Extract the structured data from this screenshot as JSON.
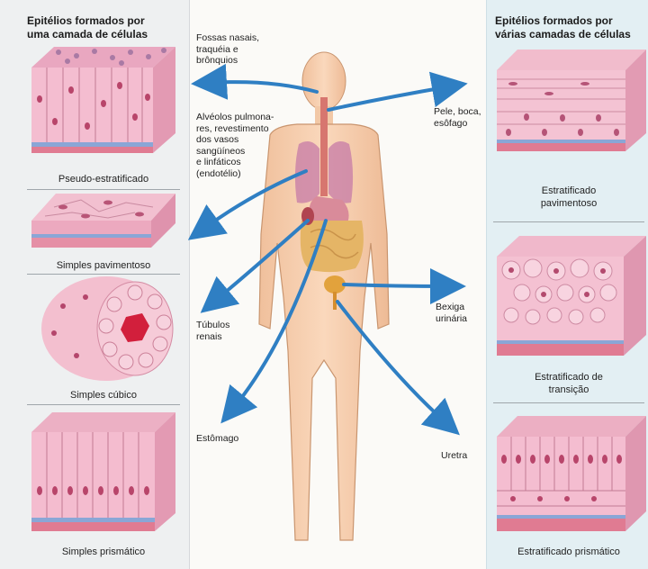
{
  "left_panel": {
    "title": "Epitélios formados por\numa camada de células",
    "tissues": [
      {
        "caption": "Pseudo-estratificado"
      },
      {
        "caption": "Simples pavimentoso"
      },
      {
        "caption": "Simples cúbico"
      },
      {
        "caption": "Simples prismático"
      }
    ]
  },
  "right_panel": {
    "title": "Epitélios formados por\nvárias camadas de células",
    "tissues": [
      {
        "caption": "Estratificado\npavimentoso"
      },
      {
        "caption": "Estratificado de\ntransição"
      },
      {
        "caption": "Estratificado prismático"
      }
    ]
  },
  "organ_labels": {
    "fossas": "Fossas nasais,\ntraquéia e\nbrônquios",
    "alveolos": "Alvéolos pulmona-\nres, revestimento\ndos vasos\nsangüíneos\ne linfáticos\n(endotélio)",
    "tubulos": "Túbulos\nrenais",
    "estomago": "Estômago",
    "pele": "Pele, boca,\nesôfago",
    "bexiga": "Bexiga\nurinária",
    "uretra": "Uretra"
  },
  "colors": {
    "tissue_pink": "#f2b3c6",
    "tissue_dark": "#d9738f",
    "arrow_blue": "#2f7fc3",
    "skin": "#f6cfae"
  }
}
